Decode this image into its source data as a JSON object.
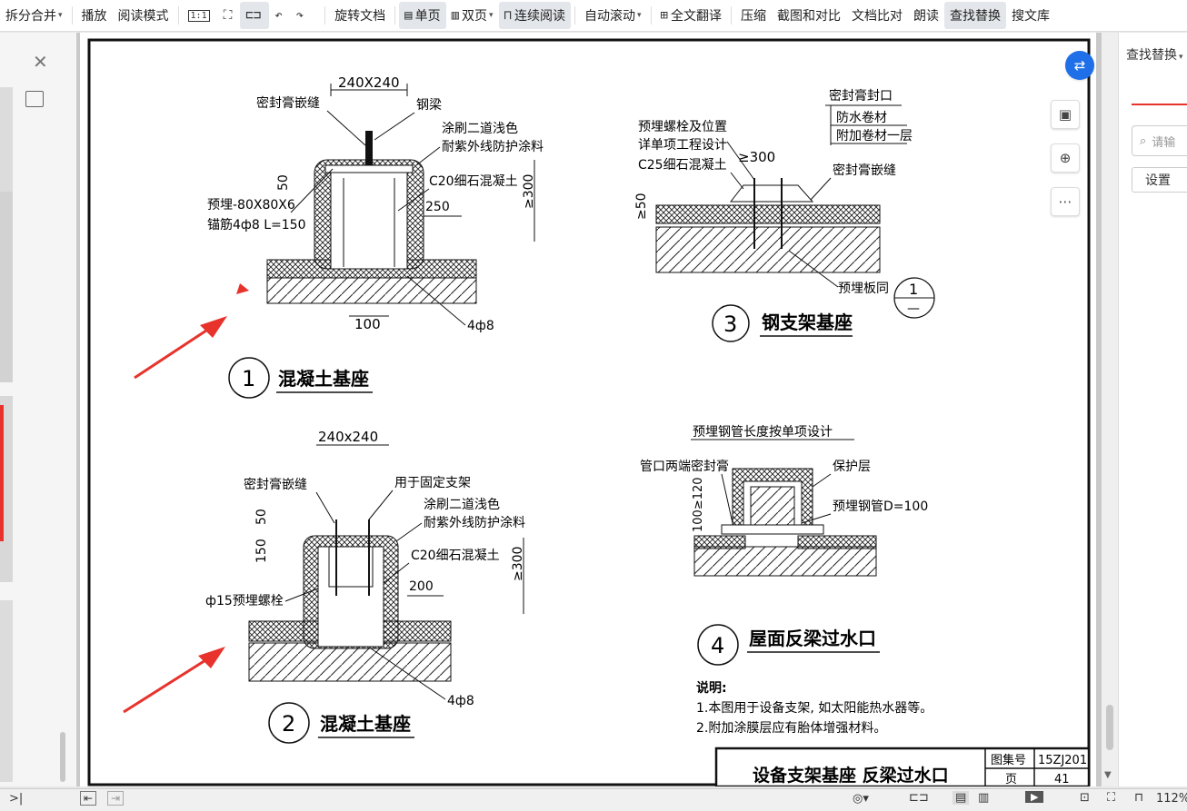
{
  "toolbar": {
    "items": [
      "拆分合并",
      "播放",
      "阅读模式",
      "旋转文档",
      "单页",
      "双页",
      "连续阅读",
      "自动滚动",
      "全文翻译",
      "压缩",
      "截图和对比",
      "文档比对",
      "朗读",
      "查找替换",
      "搜文库"
    ],
    "zoom_icon_label": "1:1"
  },
  "right_panel": {
    "title": "查找替换",
    "search_placeholder": "请输",
    "settings_label": "设置"
  },
  "drawing": {
    "d1": {
      "num": "1",
      "title": "混凝土基座",
      "dim_top": "240X240",
      "lbl_seal": "密封膏嵌缝",
      "lbl_beam": "钢梁",
      "lbl_paint1": "涂刷二道浅色",
      "lbl_paint2": "耐紫外线防护涂料",
      "lbl_c20": "C20细石混凝土",
      "lbl_embed1": "预埋-80X80X6",
      "lbl_embed2": "锚筋4ф8 L=150",
      "dim_50": "50",
      "dim_250": "250",
      "dim_300": "≥300",
      "dim_100": "100",
      "lbl_rebar": "4ф8"
    },
    "d2": {
      "num": "2",
      "title": "混凝土基座",
      "dim_top": "240x240",
      "lbl_seal": "密封膏嵌缝",
      "lbl_fix": "用于固定支架",
      "lbl_paint1": "涂刷二道浅色",
      "lbl_paint2": "耐紫外线防护涂料",
      "lbl_c20": "C20细石混凝土",
      "lbl_bolt": "ф15预埋螺栓",
      "dim_50": "50",
      "dim_150": "150",
      "dim_200": "200",
      "dim_300": "≥300",
      "lbl_rebar": "4ф8"
    },
    "d3": {
      "num": "3",
      "title": "钢支架基座",
      "lbl_bolt1": "预埋螺栓及位置",
      "lbl_bolt2": "详单项工程设计",
      "lbl_c25": "C25细石混凝土",
      "lbl_sealend": "密封膏封口",
      "lbl_waterproof": "防水卷材",
      "lbl_extra": "附加卷材一层",
      "lbl_seal": "密封膏嵌缝",
      "dim_300": "≥300",
      "dim_50": "≥50",
      "lbl_embed": "预埋板同",
      "ref_top": "1",
      "ref_bot": "—"
    },
    "d4": {
      "num": "4",
      "title": "屋面反梁过水口",
      "lbl_pipe_len": "预埋钢管长度按单项设计",
      "lbl_pipe_seal": "管口两端密封膏",
      "lbl_protect": "保护层",
      "lbl_pipe": "预埋钢管D=100",
      "dim_120": "100≥120"
    },
    "notes": {
      "head": "说明:",
      "n1": "1.本图用于设备支架, 如太阳能热水器等。",
      "n2": "2.附加涂膜层应有胎体增强材料。"
    },
    "titleblock": {
      "title": "设备支架基座  反梁过水口",
      "atlas_label": "图集号",
      "atlas_value": "15ZJ201",
      "page_label": "页",
      "page_value": "41"
    }
  },
  "statusbar": {
    "zoom": "112%"
  },
  "colors": {
    "accent_blue": "#1e6fe8",
    "arrow_red": "#e8322c",
    "active_tab_bg": "#e3e6ea"
  }
}
